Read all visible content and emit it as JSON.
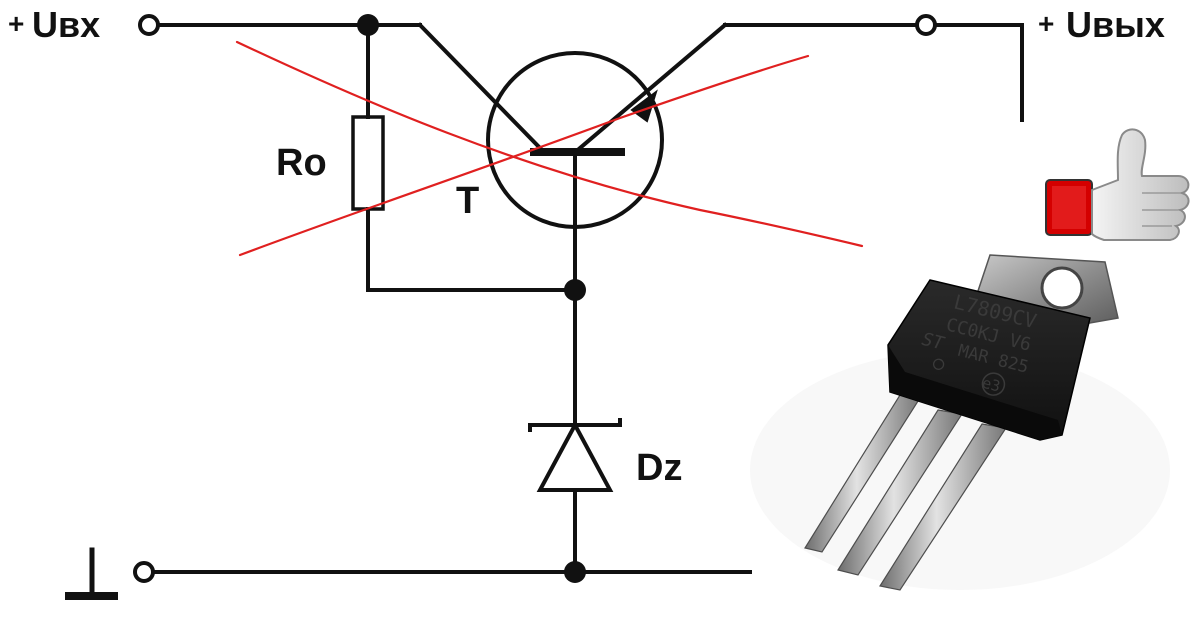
{
  "labels": {
    "input_plus": "+",
    "input_name": "Uвх",
    "output_plus": "+",
    "output_name": "Uвых",
    "resistor": "Ro",
    "transistor": "T",
    "zener": "Dz"
  },
  "chip": {
    "line1": "L7809CV",
    "line2": "CC0KJ V6",
    "line3": "MAR 825",
    "brand_logo": "ST",
    "recycle_mark": "e3"
  },
  "icons": {
    "thumbs_up": "thumbs-up-icon",
    "ground": "ground-icon"
  },
  "colors": {
    "wire": "#111111",
    "cross_out": "#e02020",
    "thumb_cuff": "#d40000",
    "chip_body": "#1c1c1c",
    "chip_tab": "#9a9a9a"
  }
}
